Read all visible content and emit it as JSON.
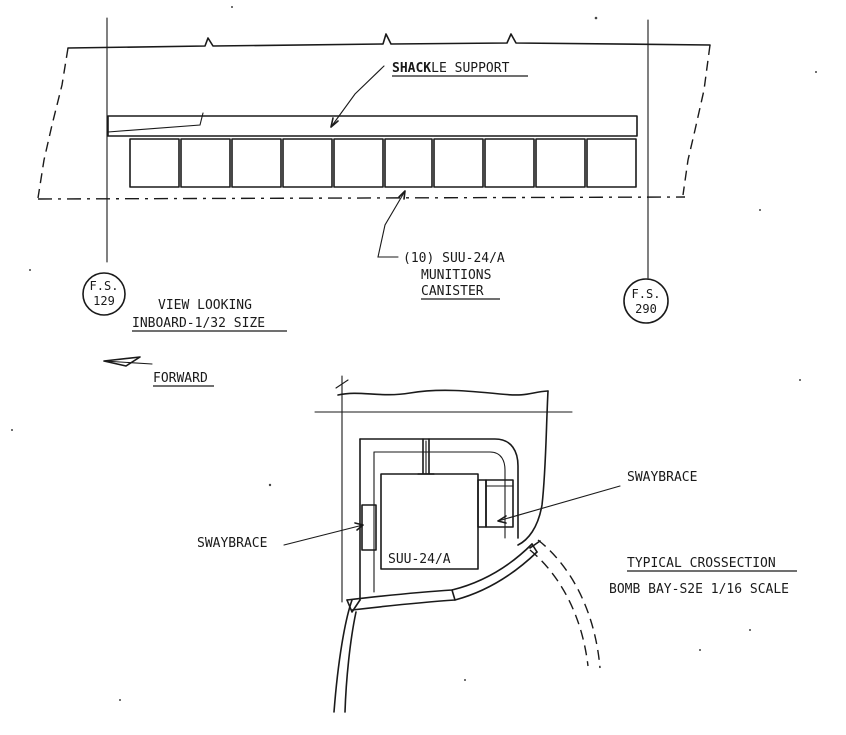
{
  "labels": {
    "shackle_support_bold": "SHACK",
    "shackle_support_rest": "LE SUPPORT",
    "canister_line1": "(10) SUU-24/A",
    "canister_line2": "MUNITIONS",
    "canister_line3": "CANISTER",
    "station_left_line1": "F.S.",
    "station_left_line2": "129",
    "station_right_line1": "F.S.",
    "station_right_line2": "290",
    "view_line1": "VIEW LOOKING",
    "view_line2": "INBOARD-1/32 SIZE",
    "forward": "FORWARD",
    "swaybrace_right": "SWAYBRACE",
    "swaybrace_left": "SWAYBRACE",
    "canister_section": "SUU-24/A",
    "crossection_line1": "TYPICAL CROSSECTION",
    "crossection_line2": "BOMB BAY-S2E 1/16 SCALE"
  },
  "canister_count": 10
}
